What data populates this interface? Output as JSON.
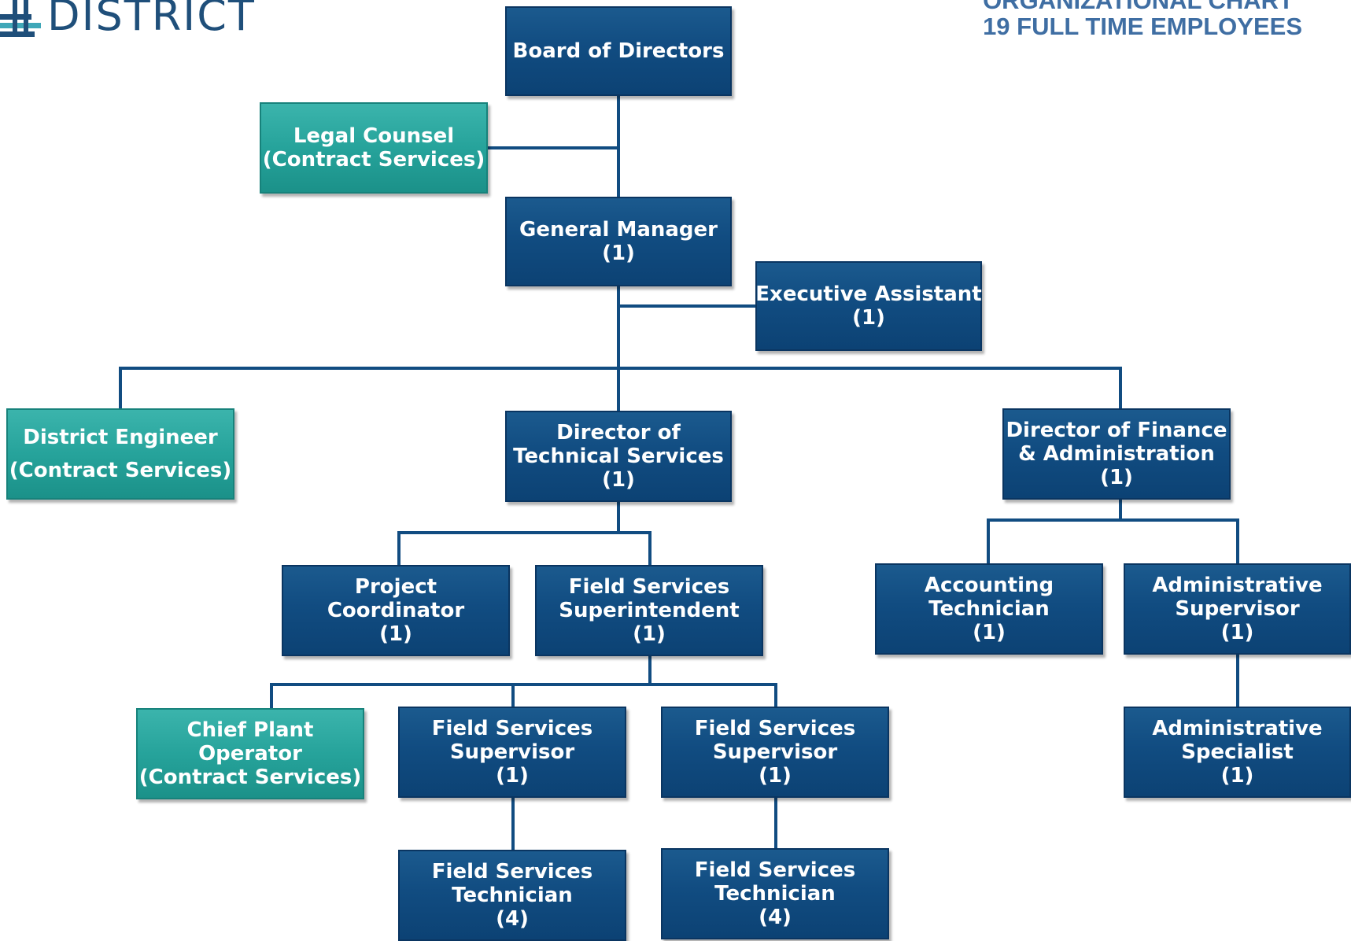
{
  "logo": {
    "text": "DISTRICT",
    "colors": [
      "#1f4f7a",
      "#3fa7b8",
      "#1f4f7a"
    ]
  },
  "header": {
    "line1": "ORGANIZATIONAL CHART",
    "line2": "19 FULL TIME EMPLOYEES"
  },
  "colors": {
    "position_box": "#114c81",
    "contract_box": "#26a39b",
    "connector": "#114c81"
  },
  "nodes": {
    "board": {
      "lines": [
        "Board of Directors"
      ]
    },
    "legal": {
      "lines": [
        "Legal Counsel",
        "(Contract Services)"
      ]
    },
    "gm": {
      "lines": [
        "General Manager",
        "(1)"
      ]
    },
    "exec_assistant": {
      "lines": [
        "Executive Assistant",
        "(1)"
      ]
    },
    "district_engineer": {
      "lines": [
        "District Engineer",
        "(Contract Services)"
      ]
    },
    "dir_technical": {
      "lines": [
        "Director of",
        "Technical Services",
        "(1)"
      ]
    },
    "dir_finance": {
      "lines": [
        "Director of Finance",
        "& Administration",
        "(1)"
      ]
    },
    "project_coord": {
      "lines": [
        "Project",
        "Coordinator",
        "(1)"
      ]
    },
    "fs_superintendent": {
      "lines": [
        "Field Services",
        "Superintendent",
        "(1)"
      ]
    },
    "accounting_tech": {
      "lines": [
        "Accounting",
        "Technician",
        "(1)"
      ]
    },
    "admin_supervisor": {
      "lines": [
        "Administrative",
        "Supervisor",
        "(1)"
      ]
    },
    "chief_plant_operator": {
      "lines": [
        "Chief Plant",
        "Operator",
        "(Contract Services)"
      ]
    },
    "fs_supervisor_1": {
      "lines": [
        "Field Services",
        "Supervisor",
        "(1)"
      ]
    },
    "fs_supervisor_2": {
      "lines": [
        "Field Services",
        "Supervisor",
        "(1)"
      ]
    },
    "admin_specialist": {
      "lines": [
        "Administrative",
        "Specialist",
        "(1)"
      ]
    },
    "fs_technician_1": {
      "lines": [
        "Field Services",
        "Technician",
        "(4)"
      ]
    },
    "fs_technician_2": {
      "lines": [
        "Field Services",
        "Technician",
        "(4)"
      ]
    }
  }
}
